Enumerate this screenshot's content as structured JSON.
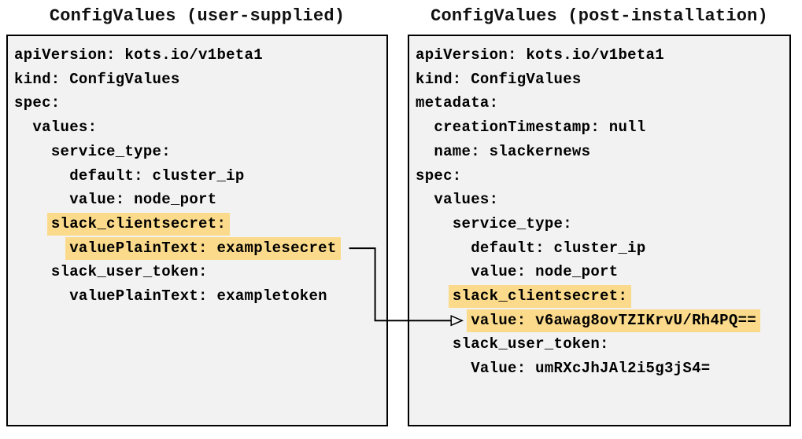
{
  "colors": {
    "highlight": "#fbdb8b",
    "box_background": "#f2f2f2",
    "box_border": "#000000",
    "arrow": "#000000",
    "text": "#000000"
  },
  "panels": [
    {
      "id": "user-supplied",
      "title": "ConfigValues (user-supplied)",
      "lines": [
        {
          "indent": 0,
          "text": "apiVersion: kots.io/v1beta1",
          "highlight": false
        },
        {
          "indent": 0,
          "text": "kind: ConfigValues",
          "highlight": false
        },
        {
          "indent": 0,
          "text": "spec:",
          "highlight": false
        },
        {
          "indent": 2,
          "text": "values:",
          "highlight": false
        },
        {
          "indent": 4,
          "text": "service_type:",
          "highlight": false
        },
        {
          "indent": 6,
          "text": "default: cluster_ip",
          "highlight": false
        },
        {
          "indent": 6,
          "text": "value: node_port",
          "highlight": false
        },
        {
          "indent": 4,
          "text": "slack_clientsecret:",
          "highlight": true
        },
        {
          "indent": 6,
          "text": "valuePlainText: examplesecret",
          "highlight": true
        },
        {
          "indent": 4,
          "text": "slack_user_token:",
          "highlight": false
        },
        {
          "indent": 6,
          "text": "valuePlainText: exampletoken",
          "highlight": false
        }
      ]
    },
    {
      "id": "post-installation",
      "title": "ConfigValues (post-installation)",
      "lines": [
        {
          "indent": 0,
          "text": "apiVersion: kots.io/v1beta1",
          "highlight": false
        },
        {
          "indent": 0,
          "text": "kind: ConfigValues",
          "highlight": false
        },
        {
          "indent": 0,
          "text": "metadata:",
          "highlight": false
        },
        {
          "indent": 2,
          "text": "creationTimestamp: null",
          "highlight": false
        },
        {
          "indent": 2,
          "text": "name: slackernews",
          "highlight": false
        },
        {
          "indent": 0,
          "text": "spec:",
          "highlight": false
        },
        {
          "indent": 2,
          "text": "values:",
          "highlight": false
        },
        {
          "indent": 4,
          "text": "service_type:",
          "highlight": false
        },
        {
          "indent": 6,
          "text": "default: cluster_ip",
          "highlight": false
        },
        {
          "indent": 6,
          "text": "value: node_port",
          "highlight": false
        },
        {
          "indent": 4,
          "text": "slack_clientsecret:",
          "highlight": true
        },
        {
          "indent": 6,
          "text": "value: v6awag8ovTZIKrvU/Rh4PQ==",
          "highlight": true
        },
        {
          "indent": 4,
          "text": "slack_user_token:",
          "highlight": false
        },
        {
          "indent": 6,
          "text": "Value: umRXcJhJAl2i5g3jS4=",
          "highlight": false
        }
      ]
    }
  ],
  "arrow": {
    "from_panel": 0,
    "from_line_index": 8,
    "to_panel": 1,
    "to_line_index": 11
  }
}
